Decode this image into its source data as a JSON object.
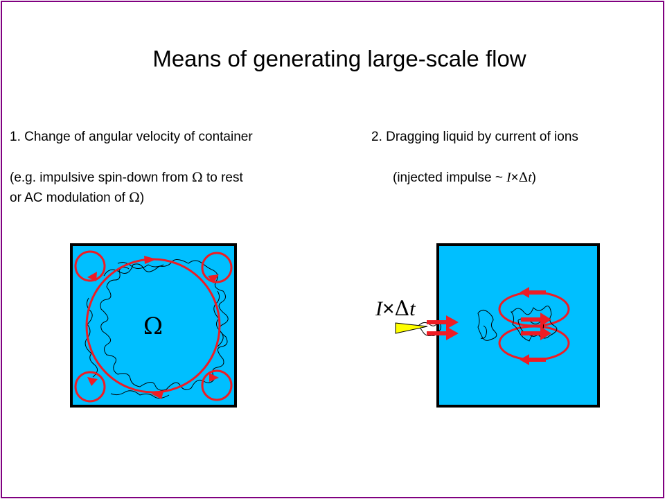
{
  "slide": {
    "title": "Means of generating large-scale flow",
    "method1": {
      "heading": "1. Change of angular velocity of container",
      "example_line1_a": "(e.g. impulsive spin-down from ",
      "example_line1_b": " to rest",
      "example_line2_a": "or AC modulation of ",
      "example_line2_b": ")",
      "symbol": "Ω"
    },
    "method2": {
      "heading": "2. Dragging liquid by current of ions",
      "impulse_prefix": "(injected impulse ~ ",
      "impulse_I": "I",
      "impulse_times": "×",
      "impulse_delta": "Δ",
      "impulse_t": "t",
      "impulse_suffix": ")",
      "label_I": "I",
      "label_times": "×",
      "label_delta": "Δ",
      "label_t": "t"
    }
  },
  "colors": {
    "frame": "#800080",
    "fluid": "#00BFFF",
    "flow": "#EE1C24",
    "injector": "#FFFF00",
    "container": "#000000"
  }
}
